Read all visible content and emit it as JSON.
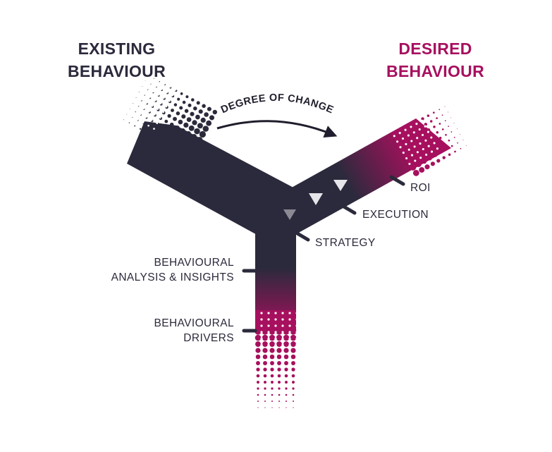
{
  "headings": {
    "existing_line1": "EXISTING",
    "existing_line2": "BEHAVIOUR",
    "desired_line1": "DESIRED",
    "desired_line2": "BEHAVIOUR"
  },
  "arc_label": "DEGREE OF CHANGE",
  "right_labels": {
    "roi": "ROI",
    "execution": "EXECUTION",
    "strategy": "STRATEGY"
  },
  "left_labels": {
    "analysis_line1": "BEHAVIOURAL",
    "analysis_line2": "ANALYSIS & INSIGHTS",
    "drivers_line1": "BEHAVIOURAL",
    "drivers_line2": "DRIVERS"
  },
  "colors": {
    "dark": "#2b2a3c",
    "magenta": "#a7105e"
  }
}
